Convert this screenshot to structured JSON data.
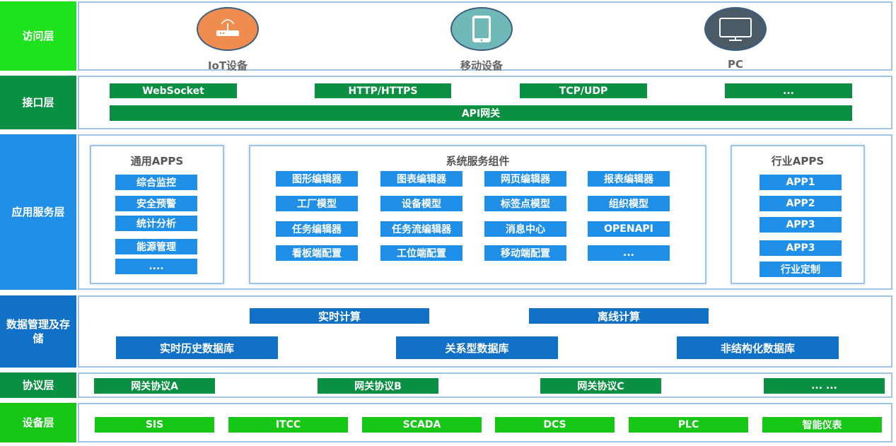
{
  "layers": {
    "access": "访问层",
    "interface": "接口层",
    "app_service": "应用服务层",
    "data_mgmt": "数据管理及存储",
    "protocol": "协议层",
    "device": "设备层"
  },
  "access": {
    "devices": [
      {
        "label": "IoT设备",
        "icon": "router-icon",
        "color": "#f08c4e"
      },
      {
        "label": "移动设备",
        "icon": "tablet-icon",
        "color": "#6fb9b8"
      },
      {
        "label": "PC",
        "icon": "monitor-icon",
        "color": "#4a5a66"
      }
    ]
  },
  "interface": {
    "protocols": [
      "WebSocket",
      "HTTP/HTTPS",
      "TCP/UDP",
      "..."
    ],
    "gateway": "API网关"
  },
  "app_service": {
    "general": {
      "title": "通用APPS",
      "items": [
        "综合监控",
        "安全预警",
        "统计分析",
        "能源管理",
        "...."
      ]
    },
    "system": {
      "title": "系统服务组件",
      "rows": [
        [
          "图形编辑器",
          "图表编辑器",
          "网页编辑器",
          "报表编辑器"
        ],
        [
          "工厂模型",
          "设备模型",
          "标签点模型",
          "组织模型"
        ],
        [
          "任务编辑器",
          "任务流编辑器",
          "消息中心",
          "OPENAPI"
        ],
        [
          "看板端配置",
          "工位端配置",
          "移动端配置",
          "..."
        ]
      ]
    },
    "industry": {
      "title": "行业APPS",
      "items": [
        "APP1",
        "APP2",
        "APP3",
        "APP3",
        "行业定制"
      ]
    }
  },
  "data_mgmt": {
    "compute": [
      "实时计算",
      "离线计算"
    ],
    "databases": [
      "实时历史数据库",
      "关系型数据库",
      "非结构化数据库"
    ]
  },
  "protocol": {
    "items": [
      "网关协议A",
      "网关协议B",
      "网关协议C",
      "... ..."
    ]
  },
  "device": {
    "items": [
      "SIS",
      "ITCC",
      "SCADA",
      "DCS",
      "PLC",
      "智能仪表"
    ]
  },
  "colors": {
    "access_label": "#1fe21f",
    "interface_label": "#0b8f43",
    "app_label": "#1f8fe8",
    "data_label": "#1171c6",
    "protocol_label": "#0b8f43",
    "device_label": "#16c716",
    "panel_border": "#9ec5e8"
  }
}
